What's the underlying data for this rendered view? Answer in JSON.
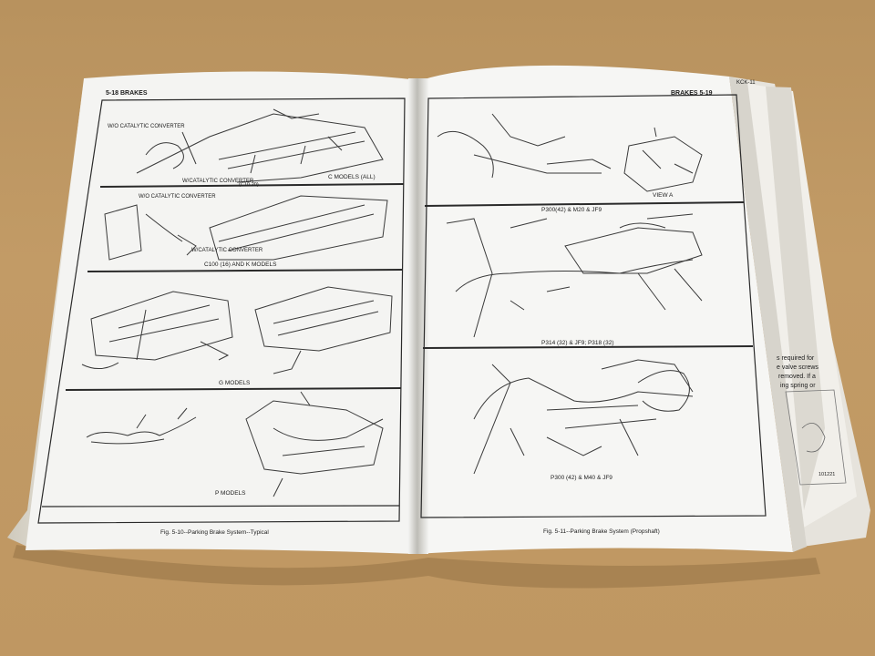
{
  "left_page": {
    "header": "5-18 BRAKES",
    "panels": [
      {
        "label": "C MODELS (ALL)",
        "callouts": [
          "W/O CATALYTIC CONVERTER",
          "W/CATALYTIC CONVERTER",
          "(C10-20)"
        ]
      },
      {
        "label": "C100 (16) AND K MODELS",
        "callouts": [
          "W/O CATALYTIC CONVERTER",
          "W/CATALYTIC CONVERTER"
        ]
      },
      {
        "label": "G MODELS",
        "callouts": []
      },
      {
        "label": "P MODELS",
        "callouts": []
      }
    ],
    "caption": "Fig. 5-10--Parking Brake System--Typical"
  },
  "right_page": {
    "header": "BRAKES 5-19",
    "panels": [
      {
        "label": "P300(42) & M20 & JF9",
        "callouts": [
          "VIEW A"
        ]
      },
      {
        "label": "P314 (32) & JF9; P318 (32)",
        "callouts": []
      },
      {
        "label": "P300 (42) & M40 & JF9",
        "callouts": []
      }
    ],
    "caption": "Fig. 5-11--Parking Brake System (Propshaft)"
  },
  "back_page": {
    "header_fragment": "KCK-11",
    "text_fragments": [
      "s required for",
      "e valve screws",
      "removed. If a",
      "ing spring or"
    ],
    "figure_number": "101221"
  },
  "colors": {
    "background": "#c29b66",
    "paper": "#f4f4f2",
    "ink": "#1c1c1c"
  }
}
